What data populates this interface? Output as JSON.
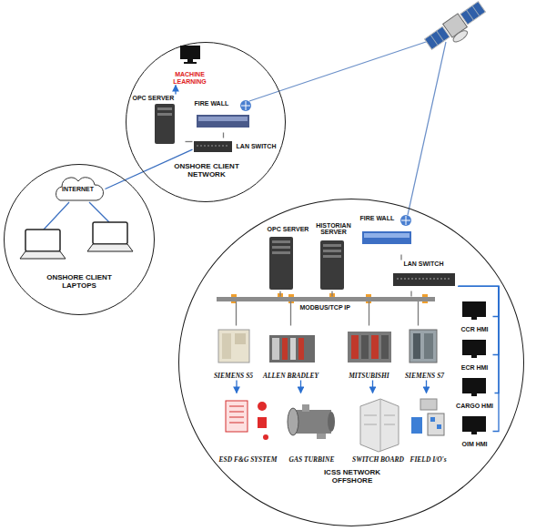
{
  "diagram": {
    "nodes": [
      {
        "text": [
          "ONSHORE CLIENT NETWORK"
        ]
      },
      {
        "text": [
          "MACHINE LEARNING"
        ],
        "in": 0
      },
      {
        "text": [
          "OPC SERVER"
        ],
        "in": 0
      },
      {
        "text": [
          "FIRE WALL"
        ],
        "in": 0
      },
      {
        "text": [
          "LAN SWITCH"
        ],
        "in": 0
      },
      {
        "text": [
          "ONSHORE CLIENT LAPTOPS"
        ]
      },
      {
        "text": [
          "INTERNET"
        ],
        "in": 5
      },
      {
        "text": [
          "ICSS NETWORK OFFSHORE"
        ]
      },
      {
        "text": [
          "OPC SERVER"
        ],
        "in": 7
      },
      {
        "text": [
          "HISTORIAN SERVER"
        ],
        "in": 7
      },
      {
        "text": [
          "FIRE WALL"
        ],
        "in": 7
      },
      {
        "text": [
          "LAN SWITCH"
        ],
        "in": 7
      },
      {
        "text": [
          "MODBUS/TCP IP"
        ],
        "in": 7
      },
      {
        "text": [
          "SIEMENS S5"
        ],
        "in": 7
      },
      {
        "text": [
          "ALLEN BRADLEY"
        ],
        "in": 7
      },
      {
        "text": [
          "MITSUBISHI"
        ],
        "in": 7
      },
      {
        "text": [
          "SIEMENS S7"
        ],
        "in": 7
      },
      {
        "text": [
          "ESD F&G SYSTEM"
        ],
        "in": 7
      },
      {
        "text": [
          "GAS TURBINE"
        ],
        "in": 7
      },
      {
        "text": [
          "SWITCH BOARD"
        ],
        "in": 7
      },
      {
        "text": [
          "FIELD I/O's"
        ],
        "in": 7
      },
      {
        "text": [
          "CCR HMI"
        ],
        "in": 7
      },
      {
        "text": [
          "ECR HMI"
        ],
        "in": 7
      },
      {
        "text": [
          "CARGO HMI"
        ],
        "in": 7
      },
      {
        "text": [
          "OIM HMI"
        ],
        "in": 7
      }
    ],
    "edges": [
      {
        "from": 2,
        "to": 1,
        "arrow": "to"
      },
      {
        "from": 2,
        "to": 4,
        "arrow": "none"
      },
      {
        "from": 3,
        "to": 4,
        "arrow": "none"
      },
      {
        "from": 6,
        "to": 4,
        "arrow": "none"
      },
      {
        "from": 8,
        "to": 12,
        "arrow": "none"
      },
      {
        "from": 9,
        "to": 12,
        "arrow": "none"
      },
      {
        "from": 10,
        "to": 11,
        "arrow": "none"
      },
      {
        "from": 11,
        "to": 12,
        "arrow": "none"
      },
      {
        "from": 12,
        "to": 13,
        "arrow": "none"
      },
      {
        "from": 12,
        "to": 14,
        "arrow": "none"
      },
      {
        "from": 12,
        "to": 15,
        "arrow": "none"
      },
      {
        "from": 12,
        "to": 16,
        "arrow": "none"
      },
      {
        "from": 13,
        "to": 17,
        "arrow": "to"
      },
      {
        "from": 14,
        "to": 18,
        "arrow": "to"
      },
      {
        "from": 15,
        "to": 19,
        "arrow": "to"
      },
      {
        "from": 16,
        "to": 20,
        "arrow": "to"
      },
      {
        "from": 11,
        "to": 21,
        "arrow": "none"
      },
      {
        "from": 11,
        "to": 22,
        "arrow": "none"
      },
      {
        "from": 11,
        "to": 23,
        "arrow": "none"
      },
      {
        "from": 11,
        "to": 24,
        "arrow": "none"
      }
    ]
  }
}
